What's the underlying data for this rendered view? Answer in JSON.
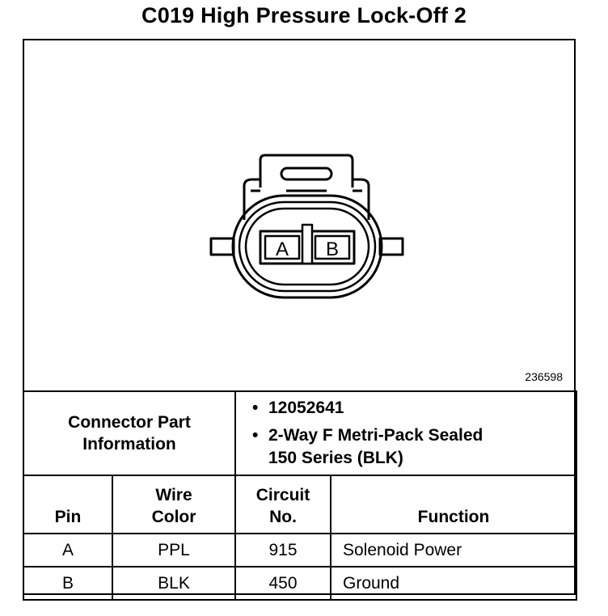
{
  "title": "C019 High Pressure Lock-Off 2",
  "diagram": {
    "figure_number": "236598",
    "pin_labels": [
      "A",
      "B"
    ]
  },
  "connector_info": {
    "label": "Connector Part Information",
    "items": [
      "12052641",
      "2-Way F Metri-Pack Sealed\n150 Series (BLK)"
    ]
  },
  "pin_table": {
    "headers": {
      "pin": "Pin",
      "wire_color": "Wire\nColor",
      "circuit": "Circuit\nNo.",
      "function": "Function"
    },
    "rows": [
      {
        "pin": "A",
        "wire_color": "PPL",
        "circuit": "915",
        "function": "Solenoid Power"
      },
      {
        "pin": "B",
        "wire_color": "BLK",
        "circuit": "450",
        "function": "Ground"
      }
    ]
  }
}
